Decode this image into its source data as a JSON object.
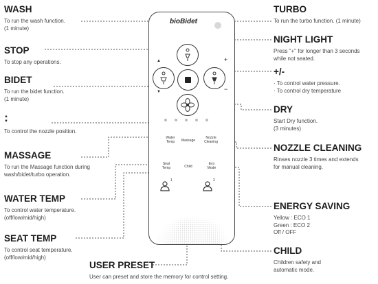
{
  "remote": {
    "logo": "bioBidet",
    "plus": "+",
    "minus": "−",
    "up_arrow": "▲",
    "down_arrow": "▼",
    "labels": {
      "water_temp": [
        "Water",
        "Temp"
      ],
      "massage": "Massage",
      "nozzle_cleaning": [
        "Nozzle",
        "Cleaning"
      ],
      "seat_temp": [
        "Seat",
        "Temp"
      ],
      "child": "Child",
      "eco_mode": [
        "Eco",
        "Mode"
      ],
      "preset_1": "1",
      "preset_2": "2"
    }
  },
  "features": {
    "wash": {
      "title": "WASH",
      "desc": [
        "To run the wash function.",
        "(1 minute)"
      ]
    },
    "stop": {
      "title": "STOP",
      "desc": [
        "To stop any operations."
      ]
    },
    "bidet": {
      "title": "BIDET",
      "desc": [
        "To run the bidet function.",
        "(1 minute)"
      ]
    },
    "nozzle_position": {
      "title": "▲\n▼",
      "desc": [
        "To control the nozzle position."
      ]
    },
    "massage": {
      "title": "MASSAGE",
      "desc": [
        "To run the Massage function during",
        "wash/bidet/turbo operation."
      ]
    },
    "water_temp": {
      "title": "WATER TEMP",
      "desc": [
        "To control water temperature.",
        "(off/low/mid/high)"
      ]
    },
    "seat_temp": {
      "title": "SEAT TEMP",
      "desc": [
        "To control seat temperature.",
        "(off/low/mid/high)"
      ]
    },
    "user_preset": {
      "title": "USER PRESET",
      "desc": [
        "User can preset and store the memory for control setting."
      ]
    },
    "turbo": {
      "title": "TURBO",
      "desc": [
        "To run the turbo function. (1 minute)"
      ]
    },
    "night_light": {
      "title": "NIGHT LIGHT",
      "desc": [
        "Press \"+\" for longer than 3 seconds",
        "while not seated."
      ]
    },
    "plus_minus": {
      "title": "+/-",
      "desc": [
        "· To control water pressure.",
        "· To control dry temperature"
      ]
    },
    "dry": {
      "title": "DRY",
      "desc": [
        "Start Dry function.",
        "(3 minutes)"
      ]
    },
    "nozzle_cleaning": {
      "title": "NOZZLE CLEANING",
      "desc": [
        "Rinses nozzle 3 times and extends",
        "for manual cleaning."
      ]
    },
    "energy_saving": {
      "title": "ENERGY SAVING",
      "desc": [
        "Yellow : ECO 1",
        "Green :  ECO 2",
        "Off / OFF"
      ]
    },
    "child": {
      "title": "CHILD",
      "desc": [
        "Children safety and",
        "automatic mode."
      ]
    }
  }
}
